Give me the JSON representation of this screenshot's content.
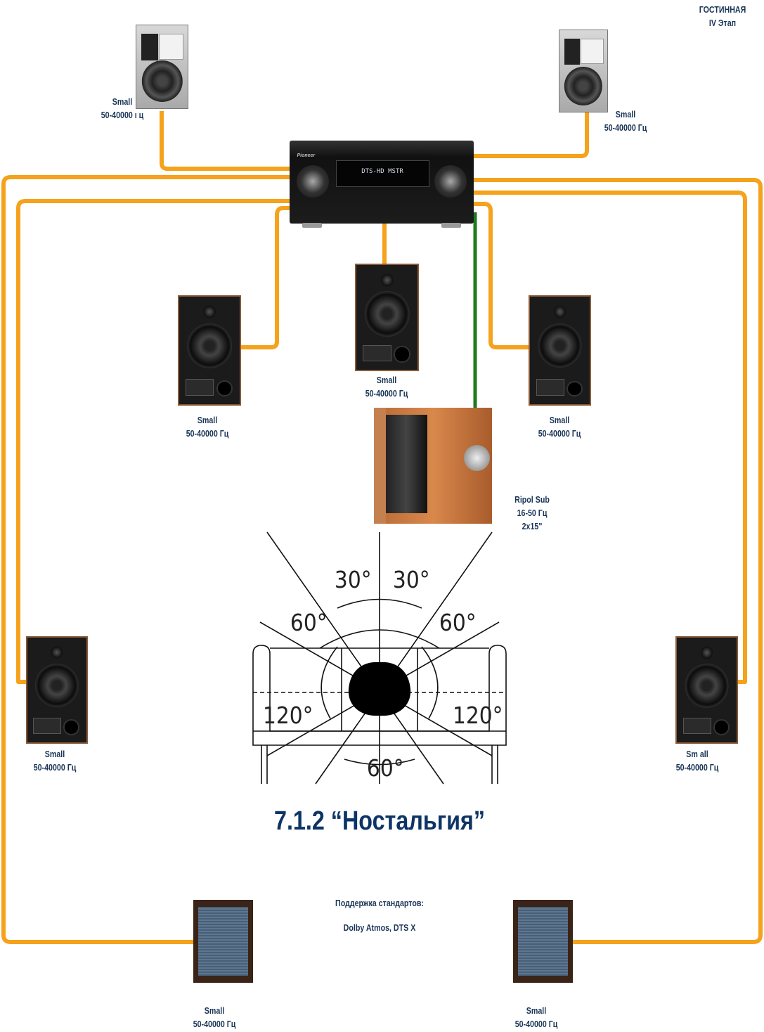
{
  "room": {
    "name": "ГОСТИННАЯ",
    "stage": "IV Этап"
  },
  "title": "7.1.2 “Ностальгия”",
  "standards": {
    "heading": "Поддержка стандартов:",
    "list": "Dolby Atmos, DTS  X"
  },
  "receiver": {
    "brand": "Pioneer",
    "display": "DTS-HD MSTR"
  },
  "speakers": {
    "top_left": {
      "type": "Small",
      "range": "50-40000 ı ц"
    },
    "top_right": {
      "type": "Small",
      "range": "50-40000 Гц"
    },
    "center": {
      "type": "Small",
      "range": "50-40000 Гц"
    },
    "front_left": {
      "type": "Small",
      "range": "50-40000 Гц"
    },
    "front_right": {
      "type": "Small",
      "range": "50-40000 Гц"
    },
    "surround_left": {
      "type": "Small",
      "range": "50-40000 Гц"
    },
    "surround_right": {
      "type": "Sm all",
      "range": "50-40000 Гц"
    },
    "rear_left": {
      "type": "Small",
      "range": "50-40000 Гц"
    },
    "rear_right": {
      "type": "Small",
      "range": "50-40000 Гц"
    },
    "sub": {
      "type": "Ripol Sub",
      "range": "16-50 Гц",
      "size": "2x15\""
    }
  },
  "angles": {
    "a30l": "30°",
    "a30r": "30°",
    "a60l": "60°",
    "a60r": "60°",
    "a120l": "120°",
    "a120r": "120°",
    "a60b": "60°"
  },
  "colors": {
    "wire": "#f5a21c",
    "sub_wire": "#1d7a1d",
    "text": "#1a3557",
    "title": "#0d3466"
  }
}
